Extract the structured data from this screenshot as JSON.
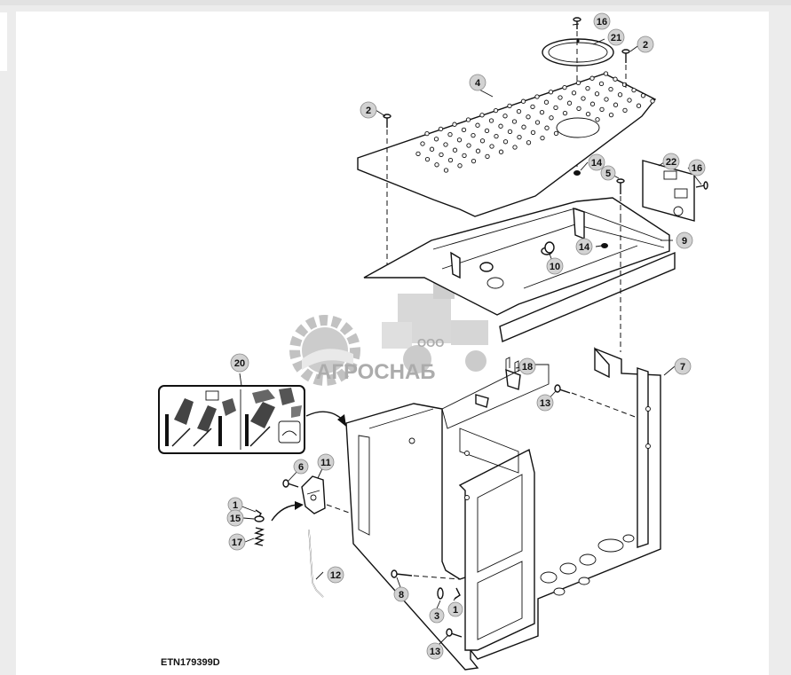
{
  "figure_code": "ETN179399D",
  "watermark": {
    "small": "ООО",
    "name": "АГРОСНАБ"
  },
  "callouts": [
    {
      "id": "c16a",
      "label": "16"
    },
    {
      "id": "c21",
      "label": "21"
    },
    {
      "id": "c2a",
      "label": "2"
    },
    {
      "id": "c4",
      "label": "4"
    },
    {
      "id": "c2b",
      "label": "2"
    },
    {
      "id": "c14a",
      "label": "14"
    },
    {
      "id": "c22",
      "label": "22"
    },
    {
      "id": "c16b",
      "label": "16"
    },
    {
      "id": "c5",
      "label": "5"
    },
    {
      "id": "c14b",
      "label": "14"
    },
    {
      "id": "c9",
      "label": "9"
    },
    {
      "id": "c10",
      "label": "10"
    },
    {
      "id": "c18",
      "label": "18"
    },
    {
      "id": "c7",
      "label": "7"
    },
    {
      "id": "c13a",
      "label": "13"
    },
    {
      "id": "c20",
      "label": "20"
    },
    {
      "id": "c11",
      "label": "11"
    },
    {
      "id": "c6",
      "label": "6"
    },
    {
      "id": "c1a",
      "label": "1"
    },
    {
      "id": "c15",
      "label": "15"
    },
    {
      "id": "c17",
      "label": "17"
    },
    {
      "id": "c12",
      "label": "12"
    },
    {
      "id": "c8",
      "label": "8"
    },
    {
      "id": "c3",
      "label": "3"
    },
    {
      "id": "c1b",
      "label": "1"
    },
    {
      "id": "c13b",
      "label": "13"
    }
  ]
}
